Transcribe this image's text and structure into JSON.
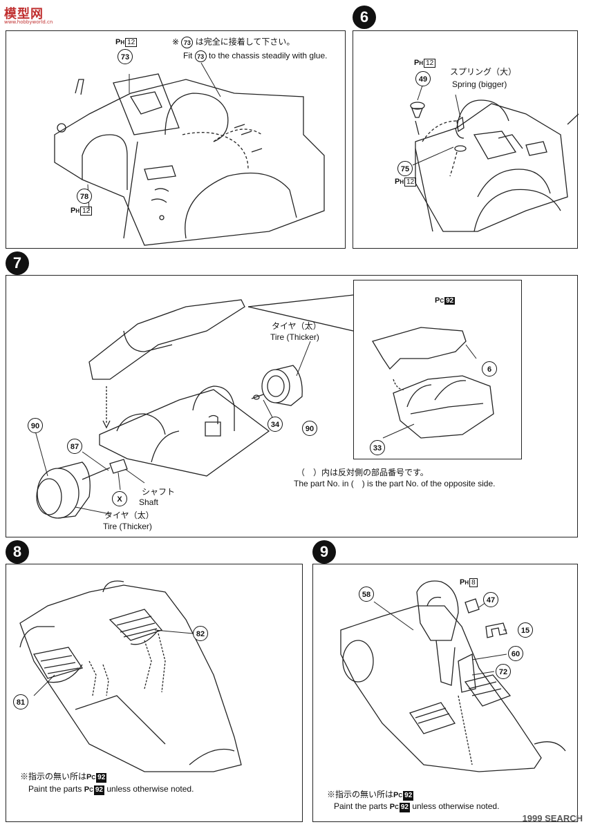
{
  "watermark_top": {
    "title": "模型网",
    "url": "www.hobbyworld.cn"
  },
  "watermark_bottom": "1999 SEARCH",
  "step5": {
    "parts_ref_top": {
      "letter": "P",
      "sub": "H",
      "num": "12"
    },
    "note_ja_prefix": "※",
    "note_ja_rest": "は完全に接着して下さい。",
    "note_en_prefix": "Fit",
    "note_en_rest": "to the chassis steadily with glue.",
    "part_73": "73",
    "part_78": "78",
    "parts_ref_bottom": {
      "letter": "P",
      "sub": "H",
      "num": "12"
    }
  },
  "step6": {
    "number": "6",
    "parts_ref_top": {
      "letter": "P",
      "sub": "H",
      "num": "12"
    },
    "part_49": "49",
    "spring_ja": "スプリング（大）",
    "spring_en": "Spring (bigger)",
    "part_75": "75",
    "parts_ref_bottom": {
      "letter": "P",
      "sub": "H",
      "num": "12"
    }
  },
  "step7": {
    "number": "7",
    "tire_ja_top": "タイヤ（太）",
    "tire_en_top": "Tire (Thicker)",
    "part_34": "34",
    "part_90_right": "90",
    "part_90_left": "90",
    "part_87": "87",
    "part_x": "X",
    "shaft_ja": "シャフト",
    "shaft_en": "Shaft",
    "tire_ja_bottom": "タイヤ（太）",
    "tire_en_bottom": "Tire (Thicker)",
    "inset_parts_ref": {
      "letter": "P",
      "sub": "C",
      "num": "92"
    },
    "part_6": "6",
    "part_33": "33",
    "note_ja": "（　）内は反対側の部品番号です。",
    "note_en": "The part No. in (　) is the part No. of the opposite side."
  },
  "step8": {
    "number": "8",
    "part_82": "82",
    "part_81": "81",
    "note_ja_prefix": "※指示の無い所は",
    "note_en_prefix": "Paint the parts",
    "note_en_suffix": "unless otherwise noted.",
    "paint_ref": {
      "letter": "P",
      "sub": "C",
      "num": "92"
    }
  },
  "step9": {
    "number": "9",
    "parts_ref": {
      "letter": "P",
      "sub": "H",
      "num": "8"
    },
    "part_58": "58",
    "part_47": "47",
    "part_15": "15",
    "part_60": "60",
    "part_72": "72",
    "note_ja_prefix": "※指示の無い所は",
    "note_en_prefix": "Paint the parts",
    "note_en_suffix": "unless otherwise noted.",
    "paint_ref": {
      "letter": "P",
      "sub": "C",
      "num": "92"
    }
  }
}
